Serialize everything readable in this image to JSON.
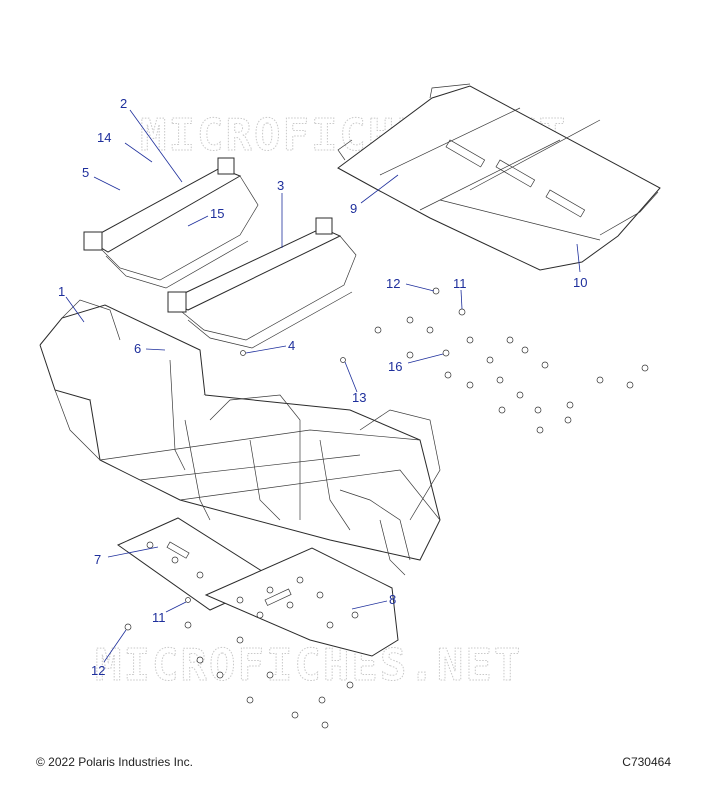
{
  "watermark": "MICROFICHES.NET",
  "footer": {
    "copyright": "© 2022 Polaris Industries Inc.",
    "drawing_number": "C730464"
  },
  "callouts": {
    "c1": "1",
    "c2": "2",
    "c3": "3",
    "c4": "4",
    "c5": "5",
    "c6": "6",
    "c7": "7",
    "c8": "8",
    "c9": "9",
    "c10": "10",
    "c11a": "11",
    "c11b": "11",
    "c12a": "12",
    "c12b": "12",
    "c13": "13",
    "c14": "14",
    "c15": "15",
    "c16": "16"
  },
  "colors": {
    "callout": "#1e2f9c",
    "line": "#2b2b2b",
    "watermark": "#c9c9c9"
  }
}
